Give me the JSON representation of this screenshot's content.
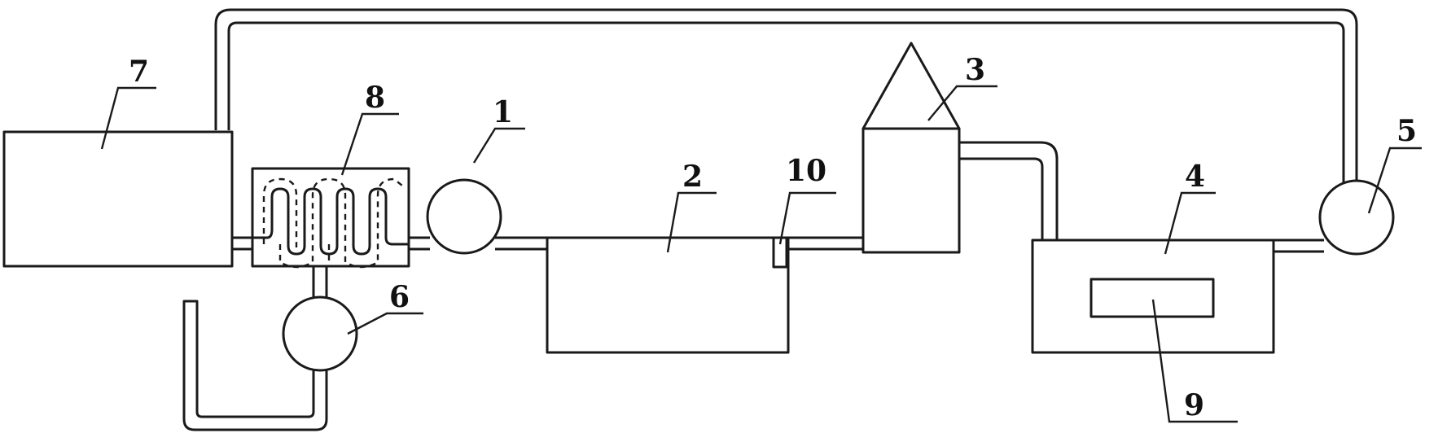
{
  "diagram": {
    "labels": {
      "n1": "1",
      "n2": "2",
      "n3": "3",
      "n4": "4",
      "n5": "5",
      "n6": "6",
      "n7": "7",
      "n8": "8",
      "n9": "9",
      "n10": "10"
    }
  },
  "colors": {
    "line": "#1a1a1a",
    "background": "#ffffff"
  }
}
